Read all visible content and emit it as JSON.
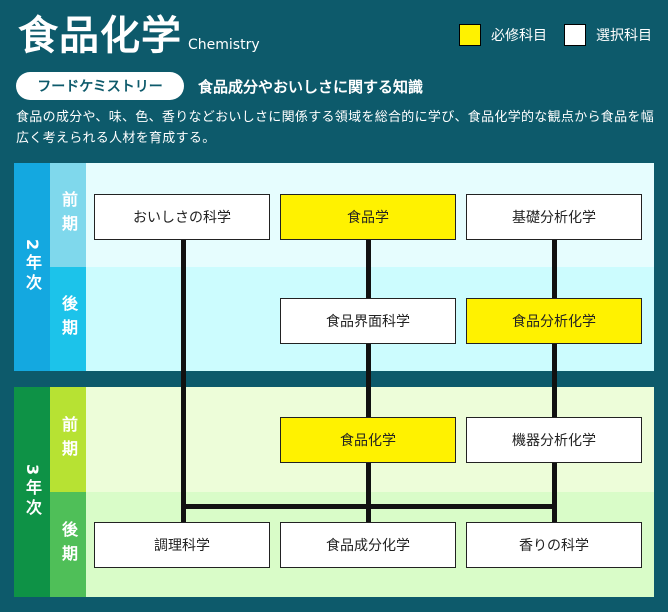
{
  "header": {
    "title": "食品化学",
    "subtitle": "Chemistry",
    "legend": [
      {
        "label": "必修科目",
        "color": "#fff200"
      },
      {
        "label": "選択科目",
        "color": "#ffffff"
      }
    ]
  },
  "section": {
    "pill": "フードケミストリー",
    "title": "食品成分やおいしさに関する知識",
    "description": "食品の成分や、味、色、香りなどおいしさに関係する領域を総合的に学び、食品化学的な観点から食品を幅広く考えられる人材を育成する。"
  },
  "years": [
    {
      "label": "2年次",
      "early": "前期",
      "late": "後期"
    },
    {
      "label": "3年次",
      "early": "前期",
      "late": "後期"
    }
  ],
  "courses": {
    "y2_early": [
      "おいしさの科学",
      "食品学",
      "基礎分析化学"
    ],
    "y2_late": [
      "食品界面科学",
      "食品分析化学"
    ],
    "y3_early": [
      "食品化学",
      "機器分析化学"
    ],
    "y3_late": [
      "調理科学",
      "食品成分化学",
      "香りの科学"
    ]
  },
  "colors": {
    "background": "#0d5a6b",
    "required": "#fff200",
    "year2_label": "#14a8e0",
    "year2_term_early": "#7fd8ec",
    "year2_term_late": "#1cc3ea",
    "year2_area_early": "#e6fdfe",
    "year2_area_late": "#ccfcfe",
    "year3_label": "#0e9246",
    "year3_term_early": "#b7e233",
    "year3_term_late": "#4fbf58",
    "year3_area_early": "#edfdd9",
    "year3_area_late": "#d9fcc8"
  }
}
